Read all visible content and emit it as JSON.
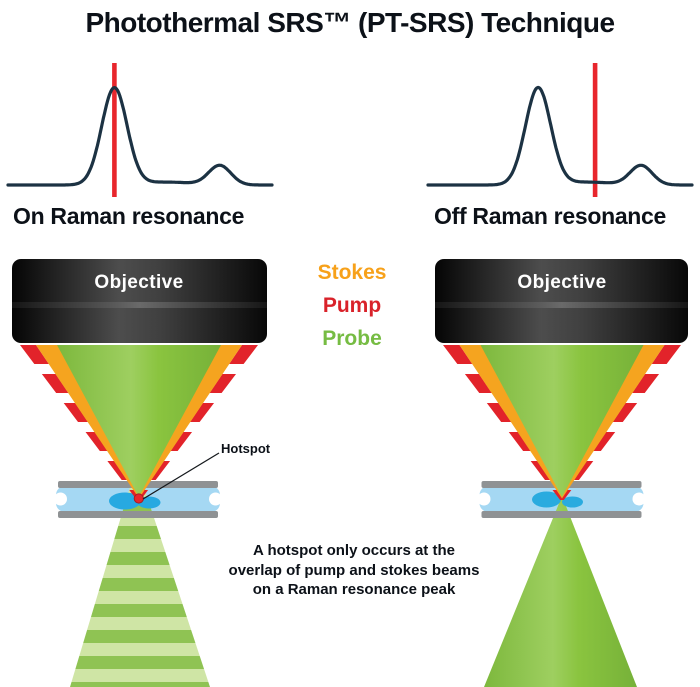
{
  "title": "Photothermal SRS™ (PT-SRS) Technique",
  "spectra": {
    "left": {
      "label": "On Raman resonance",
      "description": "Raman spectrum with pump tuned onto the main resonance peak",
      "marker_pos": 0.403,
      "peaks": [
        {
          "c": 0.403,
          "h": 1.0,
          "w": 0.048
        },
        {
          "c": 0.802,
          "h": 0.2,
          "w": 0.042
        },
        {
          "c": 0.6,
          "h": 0.03,
          "w": 0.1
        }
      ]
    },
    "right": {
      "label": "Off Raman resonance",
      "description": "Raman spectrum with marker placed off the main resonance peak",
      "marker_pos": 0.633,
      "peaks": [
        {
          "c": 0.417,
          "h": 1.0,
          "w": 0.048
        },
        {
          "c": 0.807,
          "h": 0.2,
          "w": 0.042
        },
        {
          "c": 0.6,
          "h": 0.03,
          "w": 0.1
        }
      ]
    }
  },
  "legend": {
    "items": [
      {
        "name": "Stokes",
        "color": "#F7A11A"
      },
      {
        "name": "Pump",
        "color": "#D9222A"
      },
      {
        "name": "Probe",
        "color": "#76BC43"
      }
    ]
  },
  "panels": {
    "left": {
      "objective_label": "Objective",
      "hotspot_label": "Hotspot"
    },
    "right": {
      "objective_label": "Objective"
    }
  },
  "caption": {
    "lines": [
      "A hotspot only occurs at the",
      "overlap of pump and stokes beams",
      "on a Raman resonance peak"
    ]
  },
  "colors": {
    "ink": "#0C1118",
    "spectrum_line": "#1C3243",
    "resonance_marker": "#E8262C",
    "stokes_beam": "#F5A41F",
    "pump_beam": "#E2232A",
    "probe_beam": "#8CC43F",
    "sample_fluid": "#A5D8F3",
    "sample_glass": "#8F9294",
    "thermal_blob": "#27A9E1"
  }
}
